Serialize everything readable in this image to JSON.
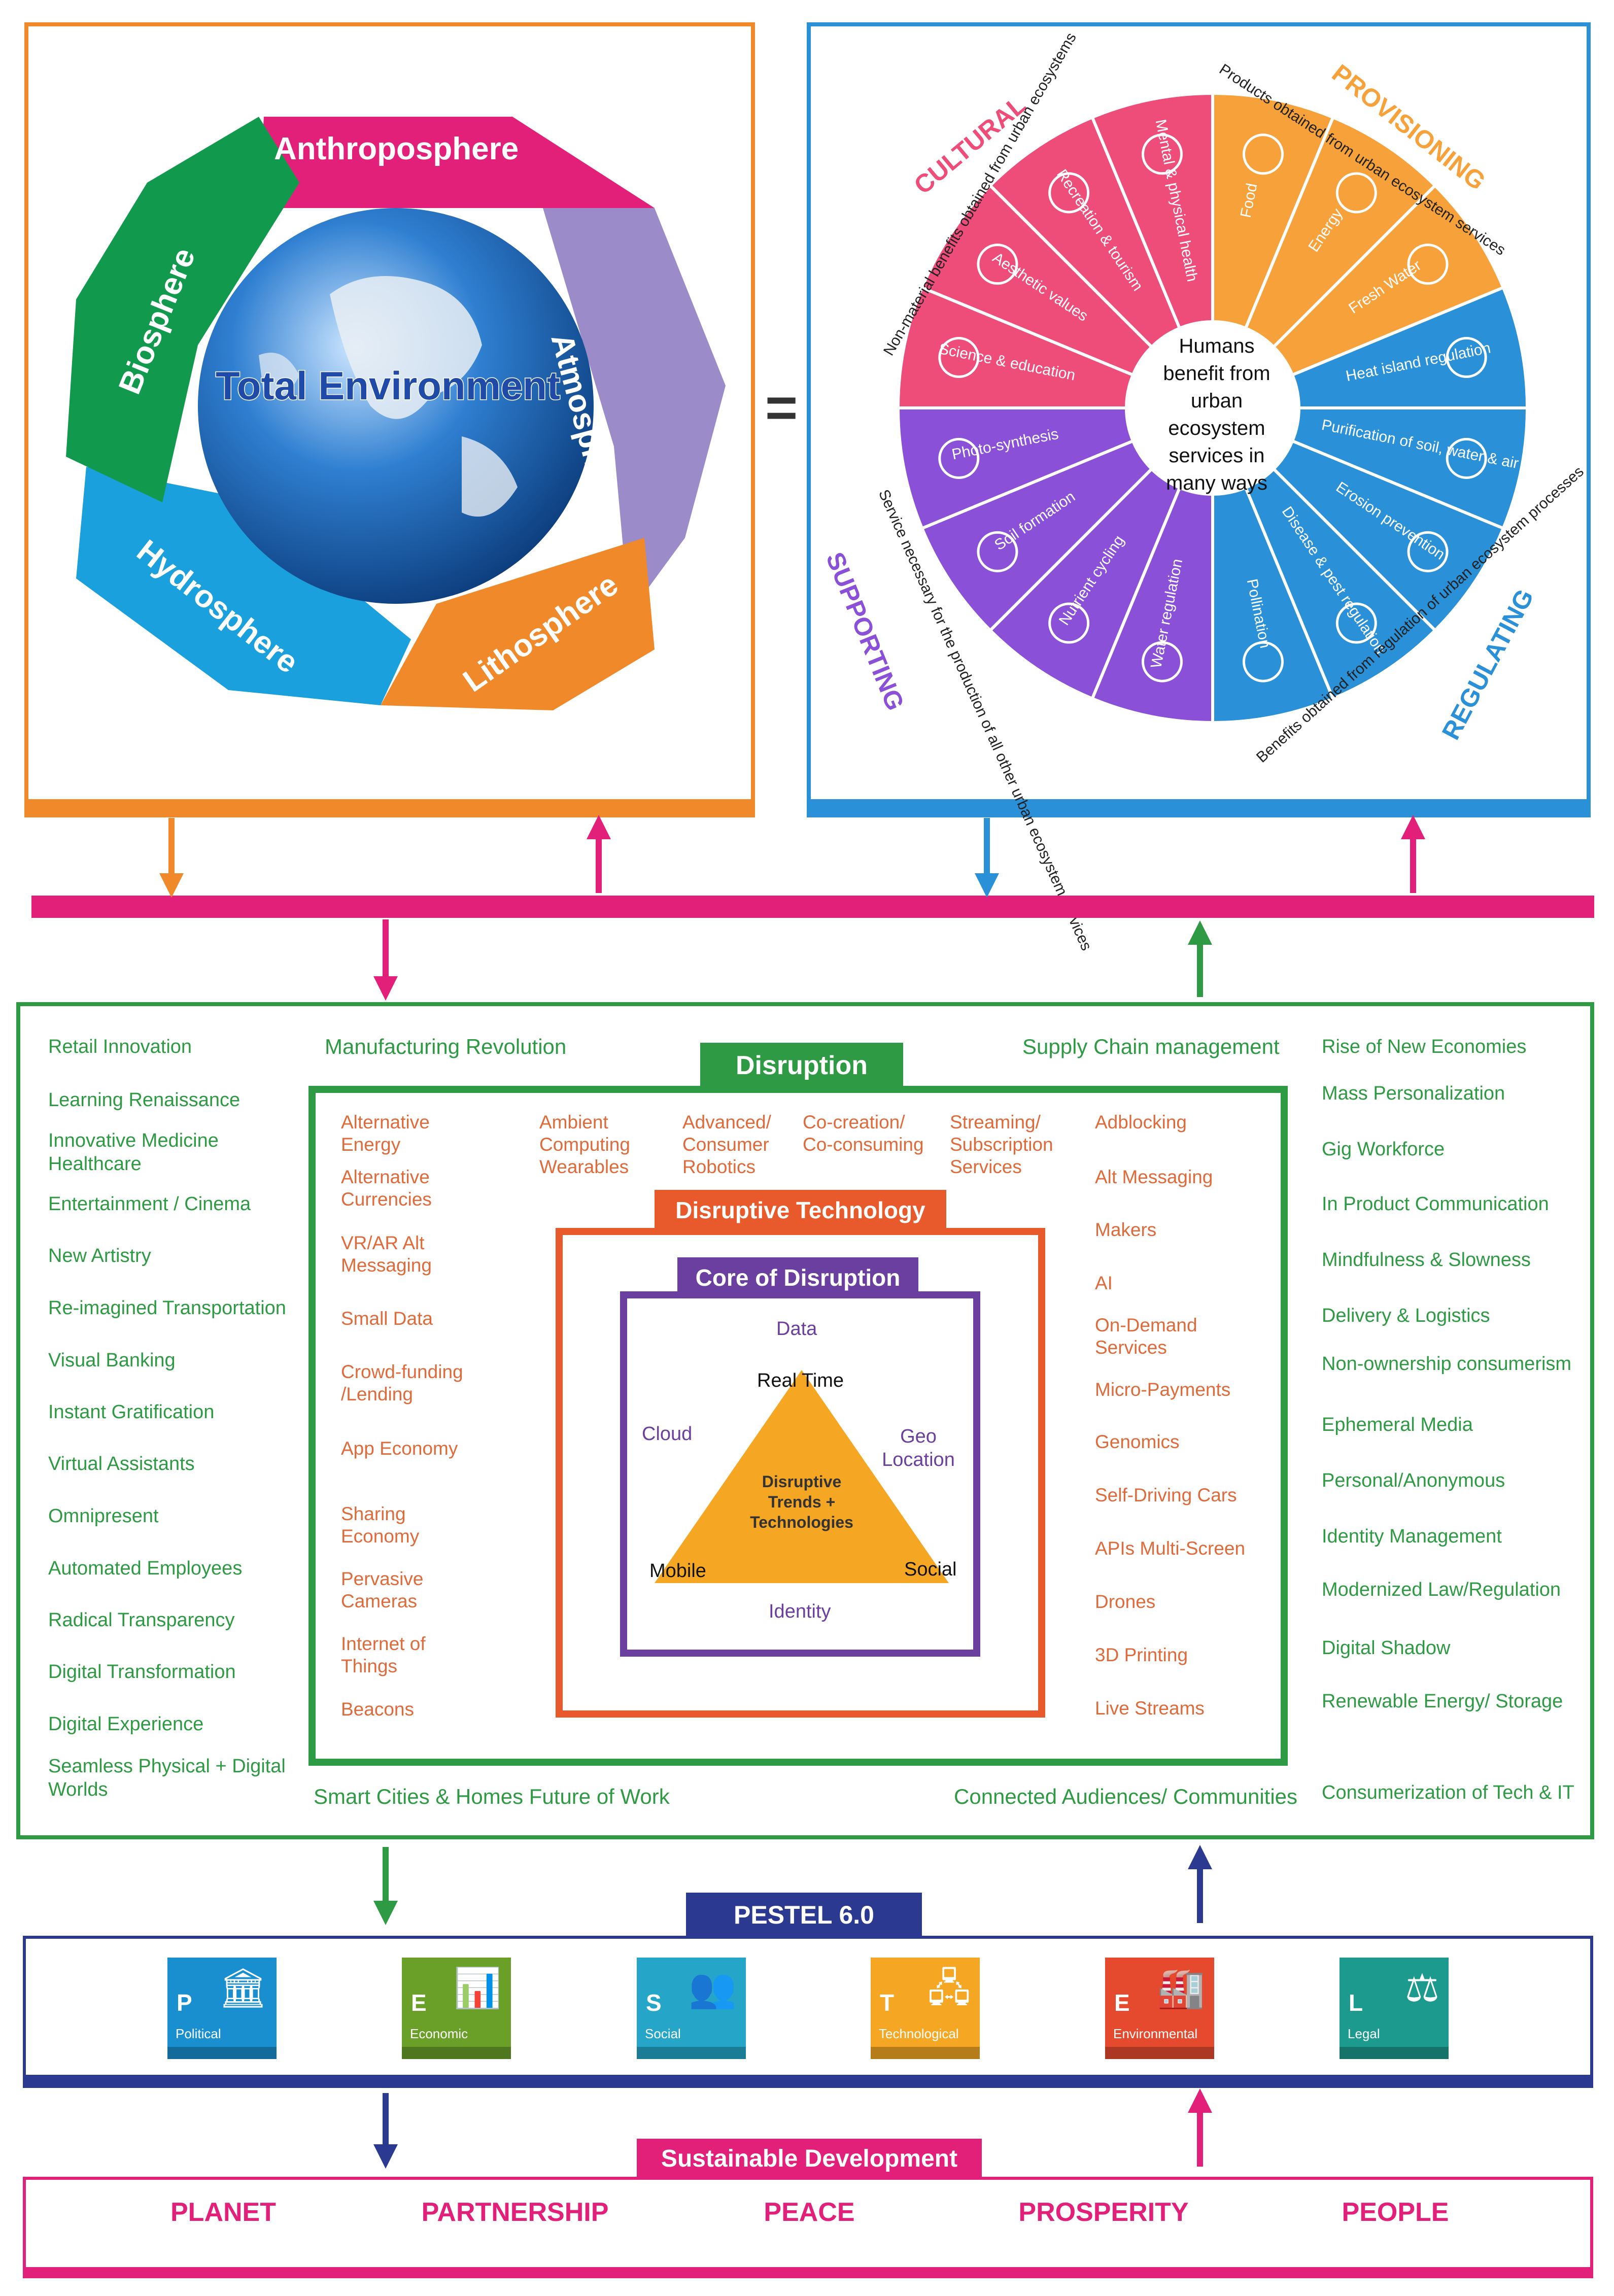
{
  "total_environment": {
    "title": "Total Environment",
    "spheres": [
      "Anthroposphere",
      "Atmosphere",
      "Lithosphere",
      "Hydrosphere",
      "Biosphere"
    ],
    "equals": "="
  },
  "ecosystem_wheel": {
    "center": [
      "Humans",
      "benefit from",
      "urban",
      "ecosystem",
      "services in",
      "many ways"
    ],
    "categories": [
      {
        "name": "CULTURAL",
        "description": "Non-material benefits obtained from urban ecosystems",
        "color": "#ee4d7a"
      },
      {
        "name": "PROVISIONING",
        "description": "Products obtained from urban ecosystem services",
        "color": "#f7a13a"
      },
      {
        "name": "REGULATING",
        "description": "Benefits obtained from regulation of urban ecosystem processes",
        "color": "#2a90d8"
      },
      {
        "name": "SUPPORTING",
        "description": "Service necessary for the production of all other urban ecosystem services",
        "color": "#8a50d8"
      }
    ],
    "segments": [
      {
        "label": "Food",
        "category": "PROVISIONING"
      },
      {
        "label": "Energy",
        "category": "PROVISIONING"
      },
      {
        "label": "Fresh Water",
        "category": "PROVISIONING"
      },
      {
        "label": "Heat island regulation",
        "category": "REGULATING"
      },
      {
        "label": "Purification of soil, water & air",
        "category": "REGULATING"
      },
      {
        "label": "Erosion prevention",
        "category": "REGULATING"
      },
      {
        "label": "Disease & pest regulation",
        "category": "REGULATING"
      },
      {
        "label": "Pollination",
        "category": "REGULATING"
      },
      {
        "label": "Water regulation",
        "category": "SUPPORTING"
      },
      {
        "label": "Nutrient cycling",
        "category": "SUPPORTING"
      },
      {
        "label": "Soil formation",
        "category": "SUPPORTING"
      },
      {
        "label": "Photo-synthesis",
        "category": "SUPPORTING"
      },
      {
        "label": "Science & education",
        "category": "CULTURAL"
      },
      {
        "label": "Aesthetic values",
        "category": "CULTURAL"
      },
      {
        "label": "Recreation & tourism",
        "category": "CULTURAL"
      },
      {
        "label": "Mental & physical health",
        "category": "CULTURAL"
      }
    ]
  },
  "disruption": {
    "left_outer": [
      "Retail Innovation",
      "Learning Renaissance",
      "Innovative Medicine Healthcare",
      "Entertainment / Cinema",
      "New Artistry",
      "Re-imagined Transportation",
      "Visual Banking",
      "Instant Gratification",
      "Virtual Assistants",
      "Omnipresent",
      "Automated Employees",
      "Radical Transparency",
      "Digital Transformation",
      "Digital Experience",
      "Seamless Physical + Digital Worlds"
    ],
    "right_outer": [
      "Rise of New Economies",
      "Mass Personalization",
      "Gig Workforce",
      "In Product Communication",
      "Mindfulness & Slowness",
      "Delivery & Logistics",
      "Non-ownership consumerism",
      "Ephemeral Media",
      "Personal/Anonymous",
      "Identity Management",
      "Modernized Law/Regulation",
      "Digital Shadow",
      "Renewable Energy/ Storage",
      "Consumerization of Tech & IT"
    ],
    "top_left": "Manufacturing Revolution",
    "top_right": "Supply Chain management",
    "bottom_left": "Smart Cities & Homes Future of Work",
    "bottom_right": "Connected Audiences/ Communities",
    "title": "Disruption",
    "inner_left": [
      "Alternative Energy",
      "Alternative Currencies",
      "VR/AR Alt Messaging",
      "Small Data",
      "Crowd-funding /Lending",
      "App Economy",
      "Sharing Economy",
      "Pervasive Cameras",
      "Internet of Things",
      "Beacons"
    ],
    "inner_top": [
      "Ambient Computing Wearables",
      "Advanced/ Consumer Robotics",
      "Co-creation/ Co-consuming",
      "Streaming/ Subscription Services"
    ],
    "inner_right": [
      "Adblocking",
      "Alt Messaging",
      "Makers",
      "AI",
      "On-Demand Services",
      "Micro-Payments",
      "Genomics",
      "Self-Driving Cars",
      "APIs Multi-Screen",
      "Drones",
      "3D Printing",
      "Live Streams"
    ],
    "disruptive_technology": "Disruptive Technology",
    "core": {
      "title": "Core of Disruption",
      "data": "Data",
      "cloud": "Cloud",
      "geo": "Geo Location",
      "identity": "Identity",
      "real_time": "Real Time",
      "mobile": "Mobile",
      "social": "Social",
      "center": "Disruptive Trends + Technologies"
    }
  },
  "pestel": {
    "title": "PESTEL 6.0",
    "tiles": [
      {
        "letter": "P",
        "word": "Political",
        "color": "#1a8fd0",
        "icon": "capitol-icon"
      },
      {
        "letter": "E",
        "word": "Economic",
        "color": "#6a9f28",
        "icon": "bar-chart-dollar-icon"
      },
      {
        "letter": "S",
        "word": "Social",
        "color": "#25a6c9",
        "icon": "people-icon"
      },
      {
        "letter": "T",
        "word": "Technological",
        "color": "#f5a623",
        "icon": "network-icon"
      },
      {
        "letter": "E",
        "word": "Environmental",
        "color": "#e64a2e",
        "icon": "factory-icon"
      },
      {
        "letter": "L",
        "word": "Legal",
        "color": "#1c9a8e",
        "icon": "scales-icon"
      }
    ]
  },
  "sustainable": {
    "title": "Sustainable Development",
    "pillars": [
      "PLANET",
      "PARTNERSHIP",
      "PEACE",
      "PROSPERITY",
      "PEOPLE"
    ]
  },
  "colors": {
    "orange": "#f0892a",
    "blue": "#2a90d8",
    "magenta": "#e2207a",
    "green": "#2e9a43",
    "navy": "#2b3990",
    "purple": "#6b3fa0",
    "red_orange": "#e8592b"
  }
}
